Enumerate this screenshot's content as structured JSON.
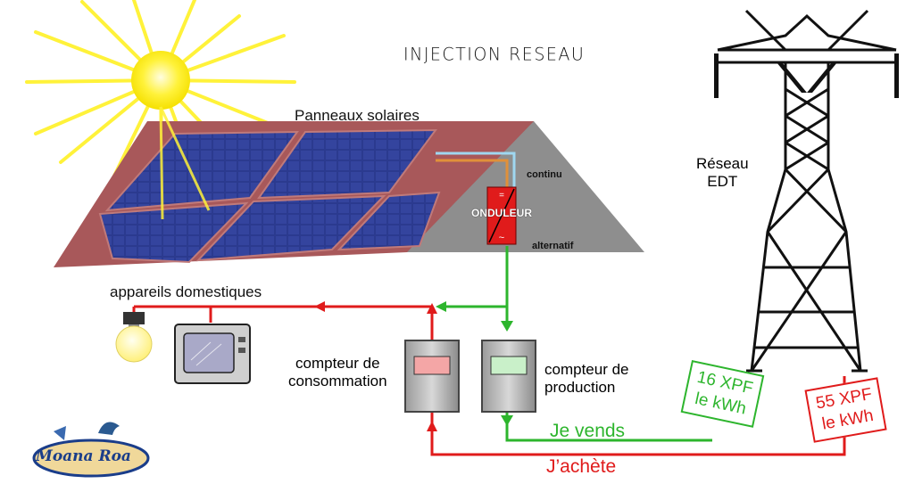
{
  "title": "INJECTION RESEAU",
  "labels": {
    "panels": "Panneaux solaires",
    "continu": "continu",
    "onduleur": "ONDULEUR",
    "alternatif": "alternatif",
    "grid_line1": "Réseau",
    "grid_line2": "EDT",
    "appliances": "appareils domestiques",
    "meter_consumption_line1": "compteur de",
    "meter_consumption_line2": "consommation",
    "meter_production_line1": "compteur de",
    "meter_production_line2": "production",
    "sell": "Je vends",
    "buy": "J’achète"
  },
  "prices": {
    "sell_line1": "16 XPF",
    "sell_line2": "le kWh",
    "buy_line1": "55 XPF",
    "buy_line2": "le kWh"
  },
  "logo": "Moana Roa",
  "colors": {
    "sell": "#2db52d",
    "buy": "#e01b1b",
    "roof": "#a8585a",
    "roof_grey": "#8e8e8e",
    "panel": "#2b3a8f",
    "sun": "#fff23a",
    "inverter": "#e01b1b"
  }
}
